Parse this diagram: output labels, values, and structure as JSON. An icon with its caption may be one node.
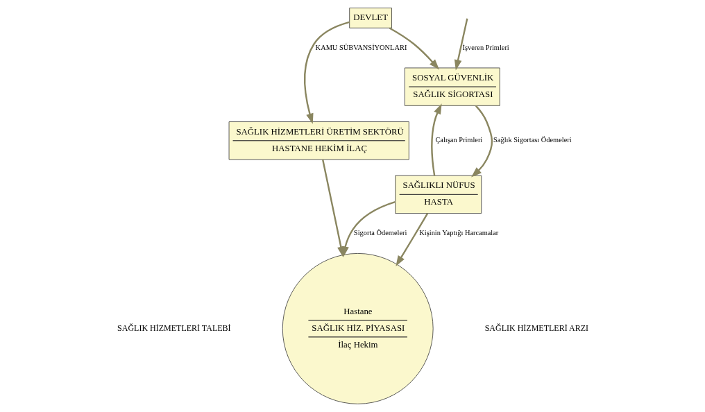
{
  "diagram": {
    "nodes": [
      {
        "text": [
          "DEVLET"
        ]
      },
      {
        "text": [
          "SAĞLIKLI NÜFUS",
          "HASTA"
        ]
      },
      {
        "text": [
          "SOSYAL GÜVENLİK",
          "SAĞLIK SİGORTASI"
        ]
      },
      {
        "text": [
          "SAĞLIK HİZMETLERİ ÜRETİM SEKTÖRÜ",
          "HASTANE HEKİM İLAÇ"
        ]
      },
      {
        "text": [
          "Hastane",
          "SAĞLIK HİZ. PİYASASI",
          "İlaç Hekim"
        ]
      }
    ],
    "edges": [
      {
        "from": 0,
        "to": 2,
        "arrow": "to"
      },
      {
        "from": 0,
        "to": 3,
        "label": "KAMU SÜBVANSİYONLARI",
        "arrow": "to"
      },
      {
        "from": 1,
        "to": 2,
        "label": "Çalışan Primleri",
        "arrow": "to"
      },
      {
        "from": null,
        "to": 2,
        "label": "İşveren Primleri",
        "arrow": "to"
      },
      {
        "from": 2,
        "to": 1,
        "label": "Sağlık Sigortası Ödemeleri",
        "arrow": "to"
      },
      {
        "from": 1,
        "to": 4,
        "label": "Kişinin Yaptığı Harcamalar",
        "arrow": "to"
      },
      {
        "from": 1,
        "to": 4,
        "label": "Sigorta Ödemeleri",
        "arrow": "to"
      },
      {
        "from": 3,
        "to": 4,
        "arrow": "to"
      }
    ],
    "labels": [
      "SAĞLIK HİZMETLERİ TALEBİ",
      "SAĞLIK HİZMETLERİ ARZI"
    ]
  }
}
